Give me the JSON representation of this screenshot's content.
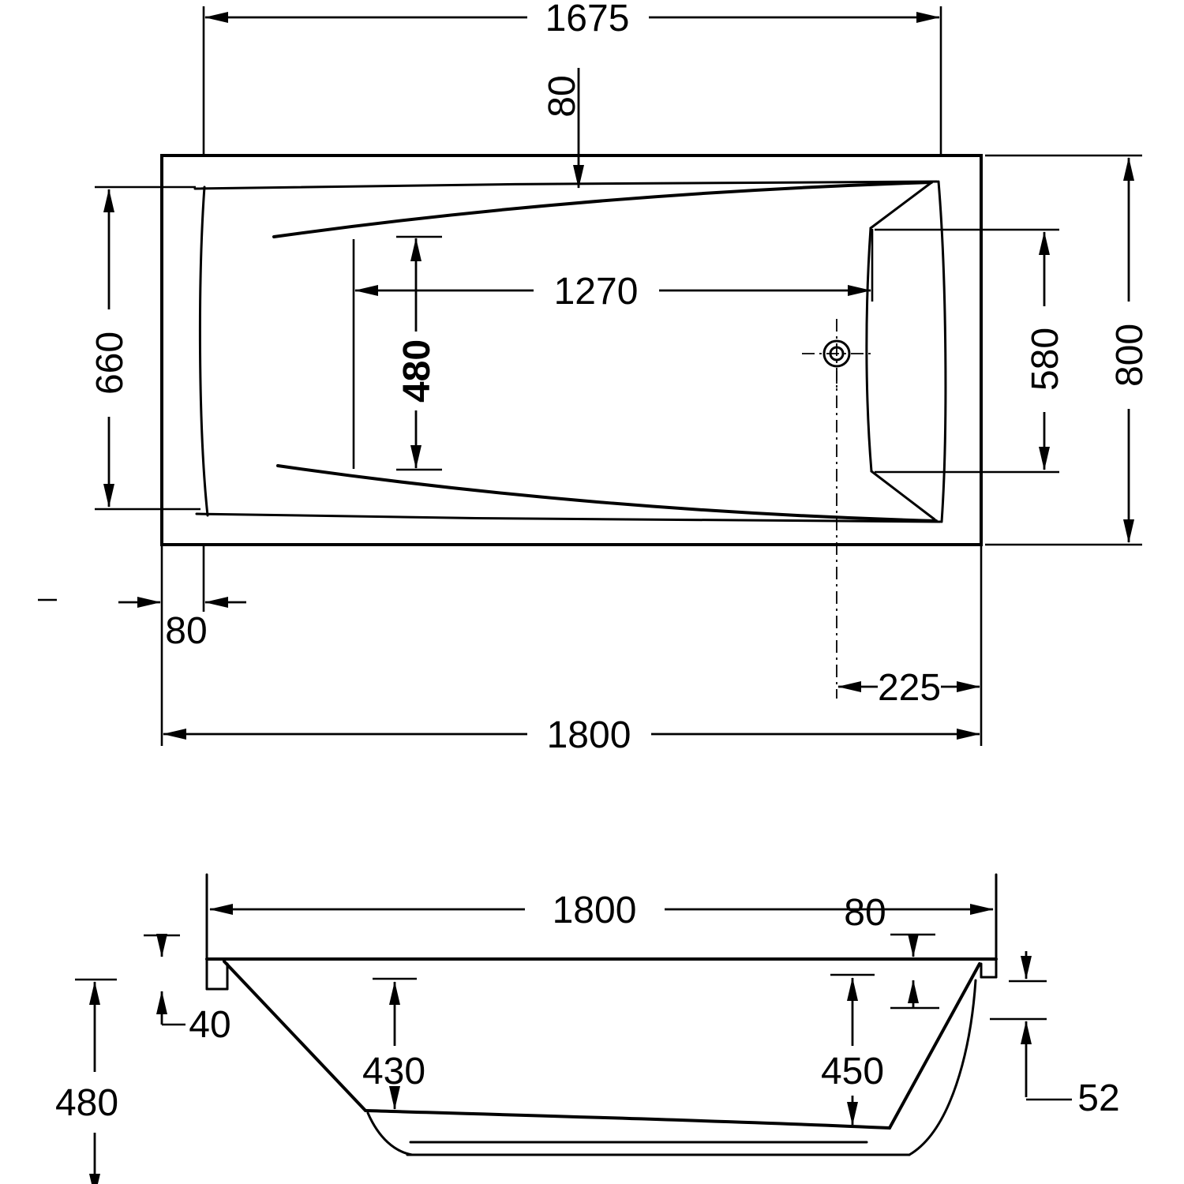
{
  "top_view": {
    "labels": {
      "rim_length": "1675",
      "rim_offset_top": "80",
      "basin_length": "1270",
      "basin_width": "480",
      "inner_width_left": "660",
      "inner_width_right": "580",
      "overall_width": "800",
      "rim_offset_left": "80",
      "drain_offset": "225",
      "overall_length": "1800"
    }
  },
  "side_view": {
    "labels": {
      "overall_length": "1800",
      "rim_drop_right": "80",
      "rim_drop_left": "40",
      "overall_height": "480",
      "depth_left": "430",
      "depth_right": "450",
      "skirt_right": "52"
    }
  }
}
